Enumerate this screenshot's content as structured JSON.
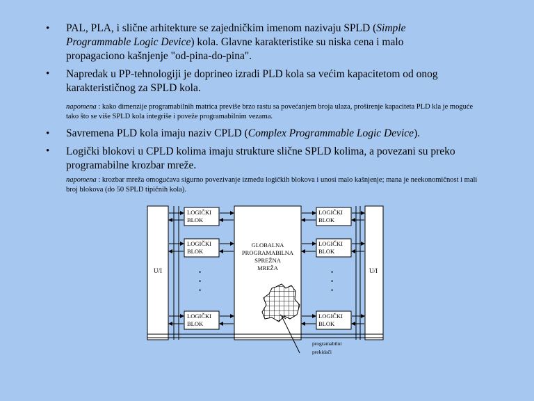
{
  "bullet_glyph": "•",
  "bullets": [
    {
      "pre": "PAL, PLA, i slične arhitekture se zajedničkim imenom nazivaju SPLD (",
      "term": "Simple Programmable Logic Device",
      "post": ") kola. Glavne karakteristike su niska cena i malo propagaciono kašnjenje \"od-pina-do-pina\"."
    },
    {
      "text": "Napredak u PP-tehnologiji je doprineo izradi PLD kola sa većim kapacitetom od onog karakterističnog za SPLD kola."
    },
    {
      "pre": "Savremena PLD kola imaju naziv CPLD (",
      "term": "Complex Programmable Logic Device",
      "post": ")."
    },
    {
      "text": "Logički blokovi u CPLD kolima imaju strukture slične SPLD kolima, a povezani su preko programabilne krozbar mreže."
    }
  ],
  "notes": [
    {
      "label": "napomena",
      "text": " : kako dimenzije programabilnih matrica previše brzo rastu sa povećanjem broja ulaza, proširenje kapaciteta PLD kla je moguće tako što se više SPLD kola integriše i poveže programabilnim vezama."
    },
    {
      "label": "napomena",
      "text": " : krozbar mreža omogućava sigurno povezivanje između logičkih blokova i unosi malo kašnjenje; mana je neekonomičnost i mali broj blokova (do 50 SPLD tipičnih kola)."
    }
  ],
  "diagram": {
    "io_left": "U/I",
    "io_right": "U/I",
    "block_line1": "LOGIČKI",
    "block_line2": "BLOK",
    "center_lines": [
      "GLOBALNA",
      "PROGRAMABILNA",
      "SPREŽNA",
      "MREŽA"
    ],
    "callout_line1": "programabilni",
    "callout_line2": "prekidači",
    "dots": "•"
  }
}
